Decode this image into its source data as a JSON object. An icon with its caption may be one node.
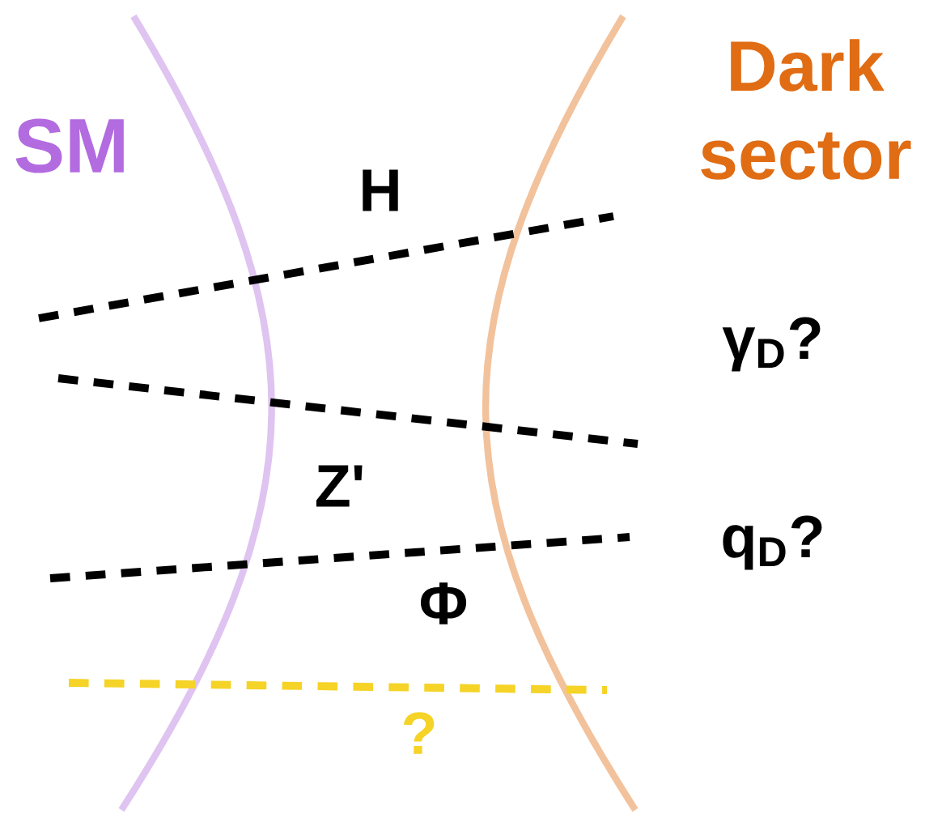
{
  "diagram": {
    "labels": [
      "Dark sector",
      "SM",
      "H",
      "γ$_{D}$?",
      "Z'",
      "q$_{D}$?",
      "Φ",
      "?"
    ]
  }
}
